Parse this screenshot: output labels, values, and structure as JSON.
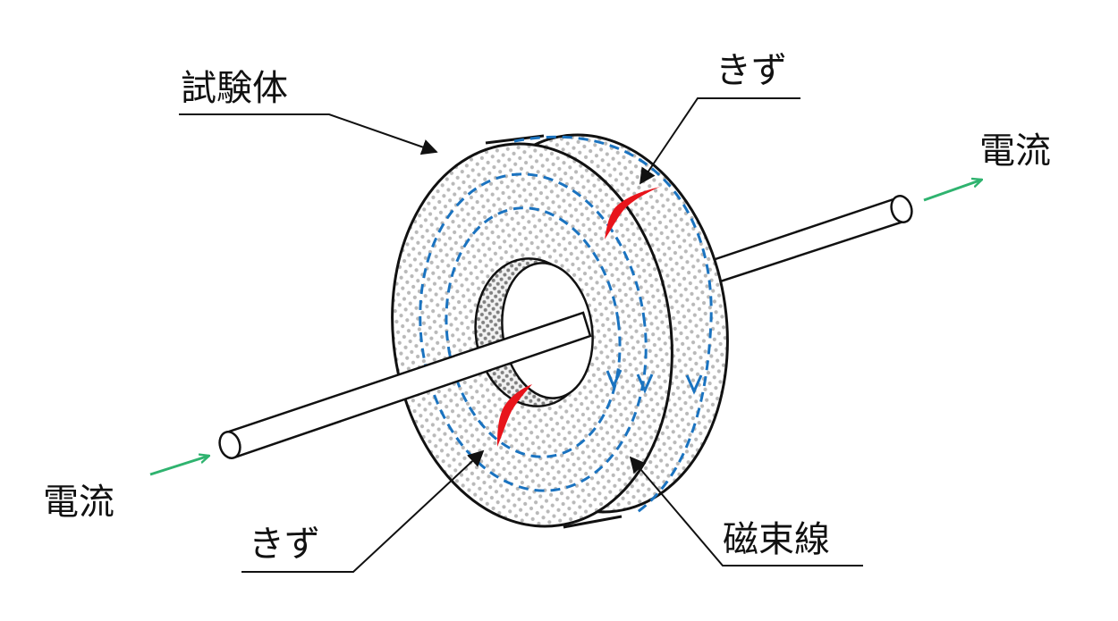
{
  "labels": {
    "specimen": "試験体",
    "flaw_top": "きず",
    "current_right": "電流",
    "current_left": "電流",
    "flaw_bottom": "きず",
    "flux": "磁束線"
  },
  "colors": {
    "flux_line": "#1a73c0",
    "current_arrow": "#2fb36f",
    "flaw": "#e8141b",
    "outline": "#111111",
    "dot": "#9a9a9a",
    "hole_dot": "#707070"
  }
}
